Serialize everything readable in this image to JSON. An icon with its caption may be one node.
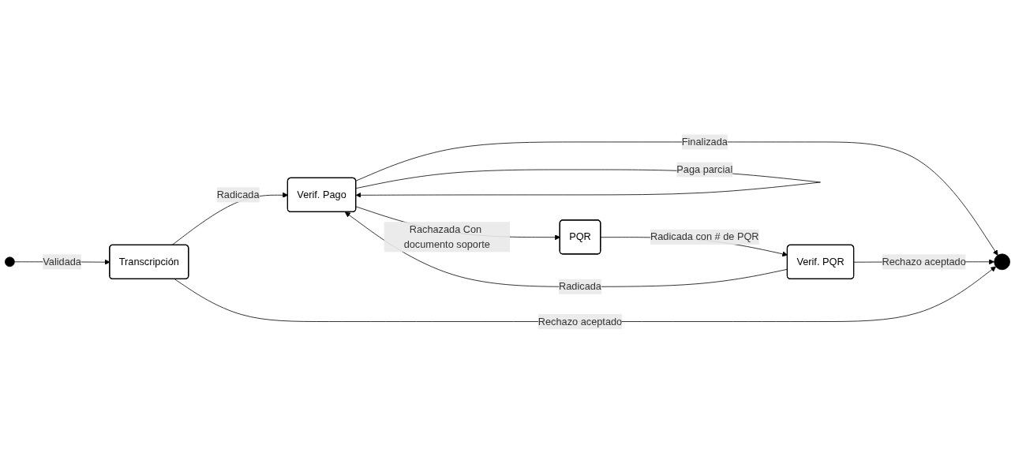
{
  "diagram": {
    "nodes": [
      {
        "text": [],
        "shape": "circle"
      },
      {
        "text": [
          "Transcripción"
        ]
      },
      {
        "text": [
          "Verif. Pago"
        ]
      },
      {
        "text": [
          "PQR"
        ]
      },
      {
        "text": [
          "Verif. PQR"
        ]
      },
      {
        "text": [],
        "shape": "circle"
      }
    ],
    "edges": [
      {
        "from": 0,
        "to": 1,
        "arrow": "to",
        "label": "Validada"
      },
      {
        "from": 1,
        "to": 2,
        "arrow": "to",
        "label": "Radicada"
      },
      {
        "from": 2,
        "to": 5,
        "arrow": "to",
        "label": "Finalizada"
      },
      {
        "from": 2,
        "to": 2,
        "arrow": "to",
        "label": "Paga parcial"
      },
      {
        "from": 2,
        "to": 3,
        "arrow": "to",
        "label": "Rachazada Con documento soporte"
      },
      {
        "from": 3,
        "to": 4,
        "arrow": "to",
        "label": "Radicada con # de PQR"
      },
      {
        "from": 4,
        "to": 2,
        "arrow": "to",
        "label": "Radicada"
      },
      {
        "from": 4,
        "to": 5,
        "arrow": "to",
        "label": "Rechazo aceptado"
      },
      {
        "from": 1,
        "to": 5,
        "arrow": "to",
        "label": "Rechazo aceptado"
      }
    ]
  }
}
